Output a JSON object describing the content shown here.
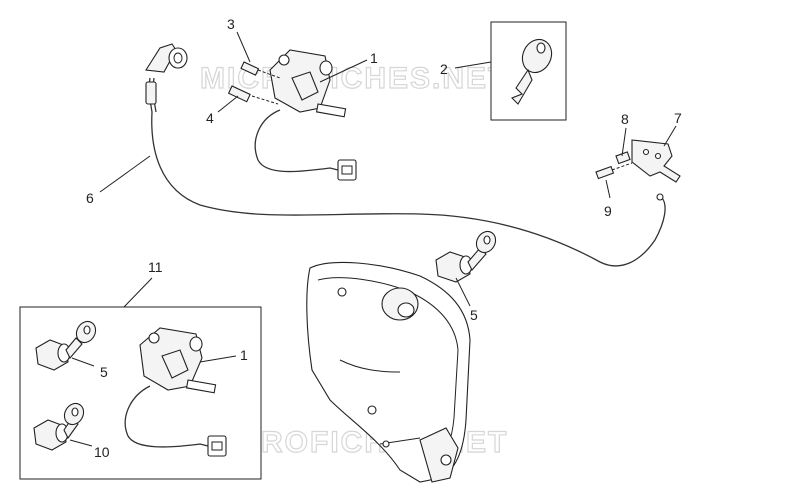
{
  "watermark": "MICROFICHES.NET",
  "callouts": {
    "c1_top": "1",
    "c2": "2",
    "c3": "3",
    "c4": "4",
    "c5_mid": "5",
    "c6": "6",
    "c7": "7",
    "c8": "8",
    "c9": "9",
    "c11": "11",
    "c5_inset_a": "5",
    "c1_inset": "1",
    "c10": "10"
  },
  "colors": {
    "line": "#222222",
    "watermark": "#d6d6d6",
    "background": "#ffffff"
  }
}
